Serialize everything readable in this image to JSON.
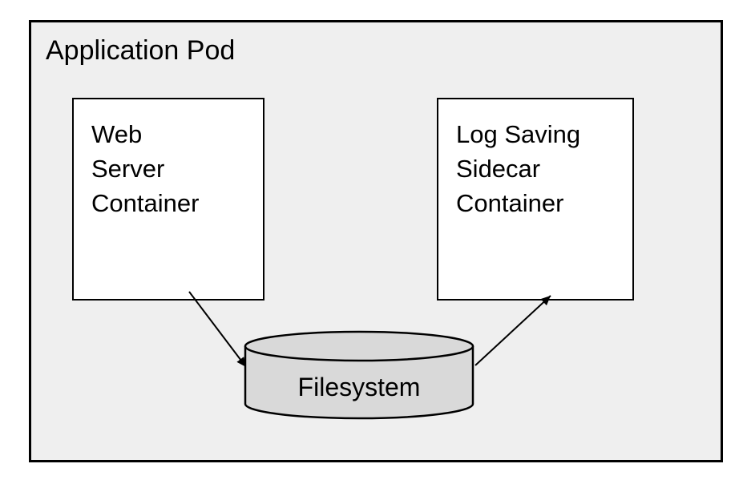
{
  "diagram": {
    "pod": {
      "label": "Application Pod"
    },
    "nodes": {
      "web_server": {
        "label": "Web\nServer\nContainer"
      },
      "log_sidecar": {
        "label": "Log Saving\nSidecar\nContainer"
      },
      "filesystem": {
        "label": "Filesystem",
        "shape": "cylinder"
      }
    },
    "edges": [
      {
        "from": "web_server",
        "to": "filesystem"
      },
      {
        "from": "filesystem",
        "to": "log_sidecar"
      }
    ],
    "colors": {
      "pod_background": "#efefef",
      "node_background": "#ffffff",
      "cylinder_fill": "#d9d9d9",
      "stroke": "#000000"
    }
  }
}
